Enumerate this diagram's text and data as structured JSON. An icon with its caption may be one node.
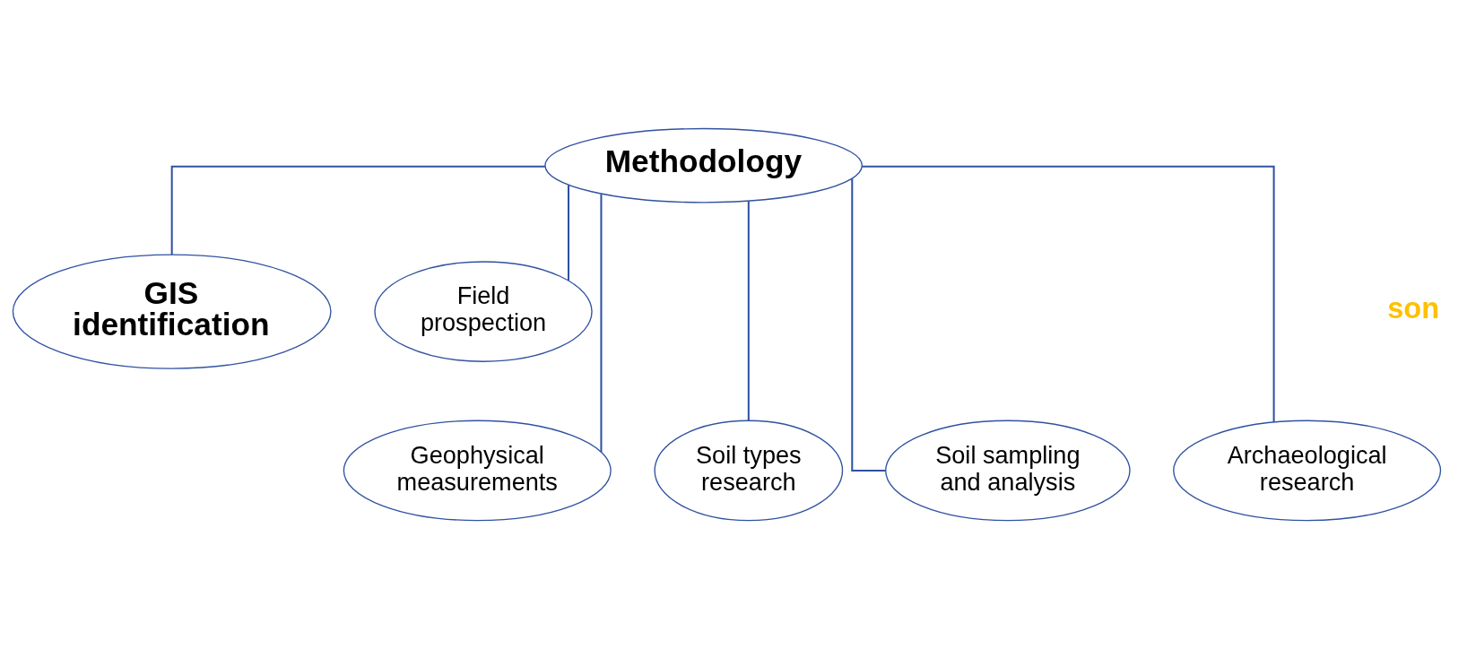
{
  "diagram": {
    "nodes": [
      {
        "text": [
          "Methodology"
        ]
      },
      {
        "text": [
          "GIS identification"
        ]
      },
      {
        "text": [
          "Field prospection"
        ]
      },
      {
        "text": [
          "Geophysical measurements"
        ]
      },
      {
        "text": [
          "Soil types research"
        ]
      },
      {
        "text": [
          "Soil sampling and analysis"
        ]
      },
      {
        "text": [
          "Archaeological research"
        ]
      }
    ],
    "edges": [
      {
        "from": 0,
        "to": 1,
        "arrow": "none"
      },
      {
        "from": 0,
        "to": 2,
        "arrow": "none"
      },
      {
        "from": 0,
        "to": 3,
        "arrow": "none"
      },
      {
        "from": 0,
        "to": 4,
        "arrow": "none"
      },
      {
        "from": 0,
        "to": 5,
        "arrow": "none"
      },
      {
        "from": 0,
        "to": 6,
        "arrow": "none"
      }
    ],
    "labels": [
      "son"
    ]
  }
}
